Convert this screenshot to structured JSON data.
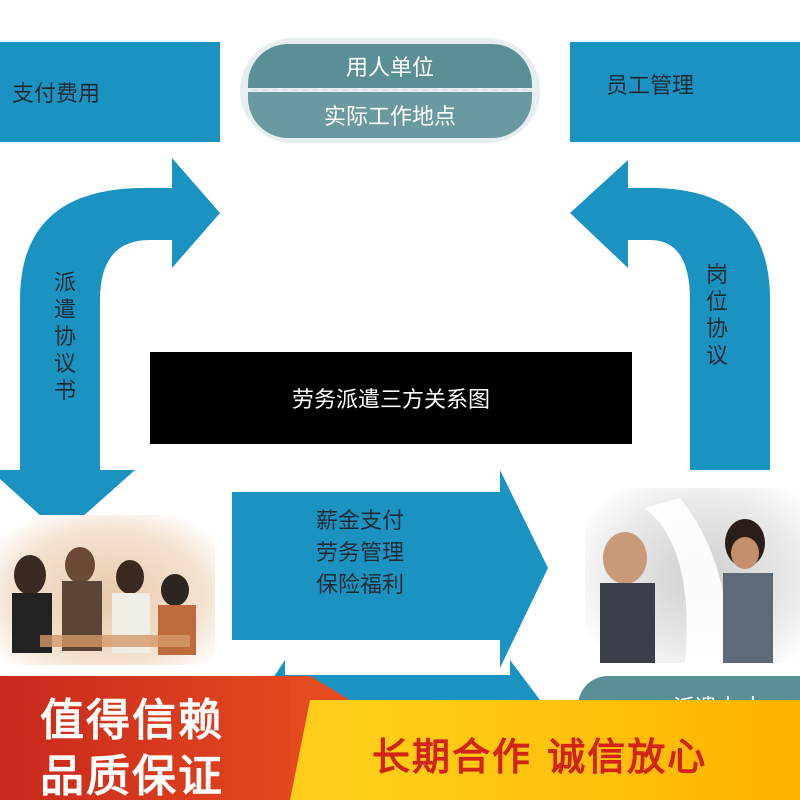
{
  "top_left_box": {
    "label": "支付费用"
  },
  "top_center": {
    "line1": "用人单位",
    "line2": "实际工作地点"
  },
  "top_right_box": {
    "label": "员工管理"
  },
  "left_arrow": {
    "label": [
      "派",
      "遣",
      "协",
      "议",
      "书"
    ]
  },
  "right_arrow": {
    "label": [
      "岗",
      "位",
      "协",
      "议"
    ]
  },
  "center_title": "劳务派遣三方关系图",
  "middle_arrow": {
    "lines": [
      "薪金支付",
      "劳务管理",
      "保险福利"
    ]
  },
  "bottom_right_pill": {
    "label": "派遣人才"
  },
  "footer": {
    "left_line1": "值得信赖",
    "left_line2": "品质保证",
    "right_text": "长期合作 诚信放心"
  },
  "colors": {
    "arrow_blue": "#1a93c2",
    "pill_teal": "#5b8f96",
    "footer_red": "#d2231a",
    "footer_yellow": "#ffc400"
  }
}
